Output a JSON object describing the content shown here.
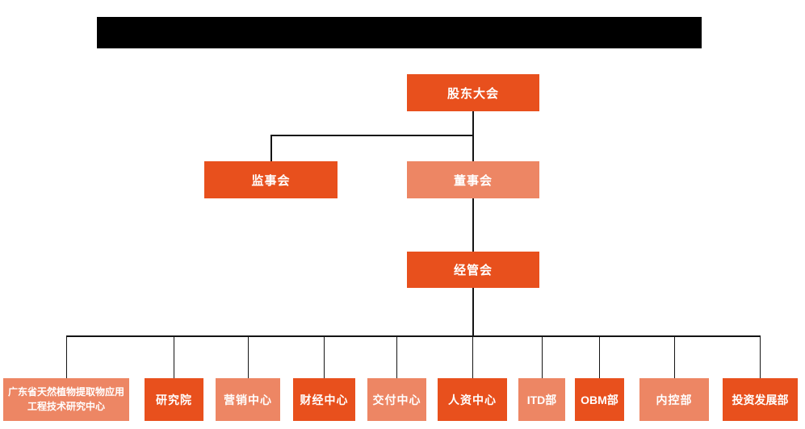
{
  "header": {
    "redacted_title_bar": true
  },
  "colors": {
    "primary_box": "#e8501d",
    "secondary_box": "#ed8664",
    "connector_line": "#141414",
    "background": "#ffffff",
    "box_text": "#ffffff"
  },
  "org_chart": {
    "root": {
      "label": "股东大会",
      "variant": "primary"
    },
    "level2": [
      {
        "label": "监事会",
        "variant": "primary"
      },
      {
        "label": "董事会",
        "variant": "secondary"
      }
    ],
    "level3": {
      "label": "经管会",
      "variant": "primary"
    },
    "departments": [
      {
        "label": "广东省天然植物提取物应用工程技术研究中心",
        "variant": "secondary"
      },
      {
        "label": "研究院",
        "variant": "primary"
      },
      {
        "label": "营销中心",
        "variant": "secondary"
      },
      {
        "label": "财经中心",
        "variant": "primary"
      },
      {
        "label": "交付中心",
        "variant": "secondary"
      },
      {
        "label": "人资中心",
        "variant": "primary"
      },
      {
        "label": "ITD部",
        "variant": "secondary"
      },
      {
        "label": "OBM部",
        "variant": "primary"
      },
      {
        "label": "内控部",
        "variant": "secondary"
      },
      {
        "label": "投资发展部",
        "variant": "primary"
      }
    ]
  }
}
